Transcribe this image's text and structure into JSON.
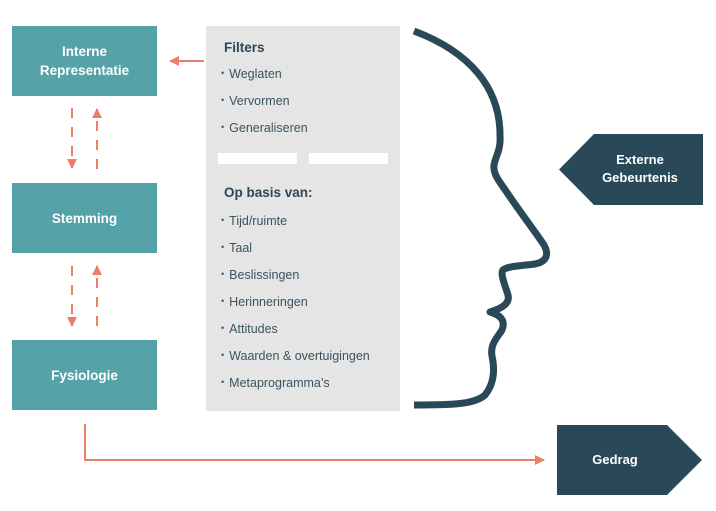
{
  "diagram": {
    "title_boxes": {
      "interne_representatie": "Interne Representatie",
      "stemming": "Stemming",
      "fysiologie": "Fysiologie"
    },
    "filters_panel": {
      "filters_heading": "Filters",
      "filters": [
        "Weglaten",
        "Vervormen",
        "Generaliseren"
      ],
      "basis_heading": "Op basis van:",
      "basis_items": [
        "Tijd/ruimte",
        "Taal",
        "Beslissingen",
        "Herinneringen",
        "Attitudes",
        "Waarden & overtuigingen",
        "Metaprogramma’s"
      ]
    },
    "externe_gebeurtenis": "Externe Gebeurtenis",
    "gedrag": "Gedrag",
    "icons": {
      "head": "head-profile-icon",
      "arrow": "arrow-icon"
    }
  },
  "colors": {
    "teal": "#55a2a8",
    "navy": "#2a4958",
    "coral": "#f07d6a",
    "panel_gray": "#e4e5e4"
  }
}
